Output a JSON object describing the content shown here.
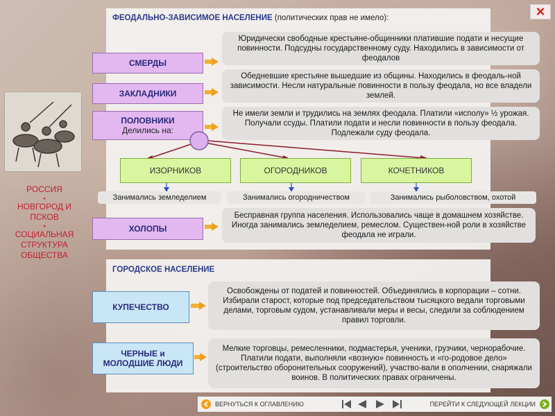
{
  "close_icon": "×",
  "sidebar": {
    "line1": "РОССИЯ",
    "bullet": "▪",
    "line2": "НОВГОРОД И",
    "line3": "ПСКОВ",
    "line4": "СОЦИАЛЬНАЯ",
    "line5": "СТРУКТУРА",
    "line6": "ОБЩЕСТВА"
  },
  "feudal": {
    "title": "ФЕОДАЛЬНО-ЗАВИСИМОЕ НАСЕЛЕНИЕ",
    "title_note": "(политических прав не имело):",
    "smerdy": {
      "label": "СМЕРДЫ",
      "desc": "Юридически свободные крестьяне-общинники платившие подати и несущие повинности. Подсудны государственному суду. Находились в зависимости от феодалов"
    },
    "zakladniki": {
      "label": "ЗАКЛАДНИКИ",
      "desc": "Обедневшие крестьяне вышедшие из общины. Находились в феодаль-ной зависимости. Несли натуральные повинности в пользу феодала, но все владели землей."
    },
    "polovniki": {
      "label": "ПОЛОВНИКИ",
      "sublabel": "Делились на:",
      "desc": "Не имели земли и трудились на землях феодала. Платили «исполу» ½ урожая. Получали ссуды. Платили подати и несли повинности в пользу феодала. Подлежали суду феодала."
    },
    "groups": [
      {
        "label": "ИЗОРНИКОВ",
        "desc": "Занимались земледелием"
      },
      {
        "label": "ОГОРОДНИКОВ",
        "desc": "Занимались огородничеством"
      },
      {
        "label": "КОЧЕТНИКОВ",
        "desc": "Занимались рыболовством, охотой"
      }
    ],
    "holopy": {
      "label": "ХОЛОПЫ",
      "desc": "Бесправная группа населения. Использовались чаще в домашнем хозяйстве. Иногда занимались земледелием, ремеслом. Существен-ной роли в хозяйстве феодала не играли."
    }
  },
  "urban": {
    "title": "ГОРОДСКОЕ НАСЕЛЕНИЕ",
    "kupechestvo": {
      "label": "КУПЕЧЕСТВО",
      "desc": "Освобождены от податей и повинностей. Объединялись в корпорации – сотни. Избирали старост, которые под председательством тысяцкого ведали торговыми делами, торговым судом, устанавливали меры и весы, следили за соблюдением правил торговли."
    },
    "chernye": {
      "label1": "ЧЕРНЫЕ и",
      "label2": "МОЛОДШИЕ ЛЮДИ",
      "desc": "Мелкие торговцы, ремесленники, подмастерья, ученики, грузчики, чернорабочие. Платили подати, выполняли «возную» повинность и «го-родовое дело» (строительство оборонительных сооружений), участво-вали в ополчении, снаряжали воинов. В политических правах ограничены."
    }
  },
  "nav": {
    "back_label": "ВЕРНУТЬСЯ К ОГЛАВЛЕНИЮ",
    "next_label": "ПЕРЕЙТИ К СЛЕДУЮЩЕЙ ЛЕКЦИИ"
  }
}
